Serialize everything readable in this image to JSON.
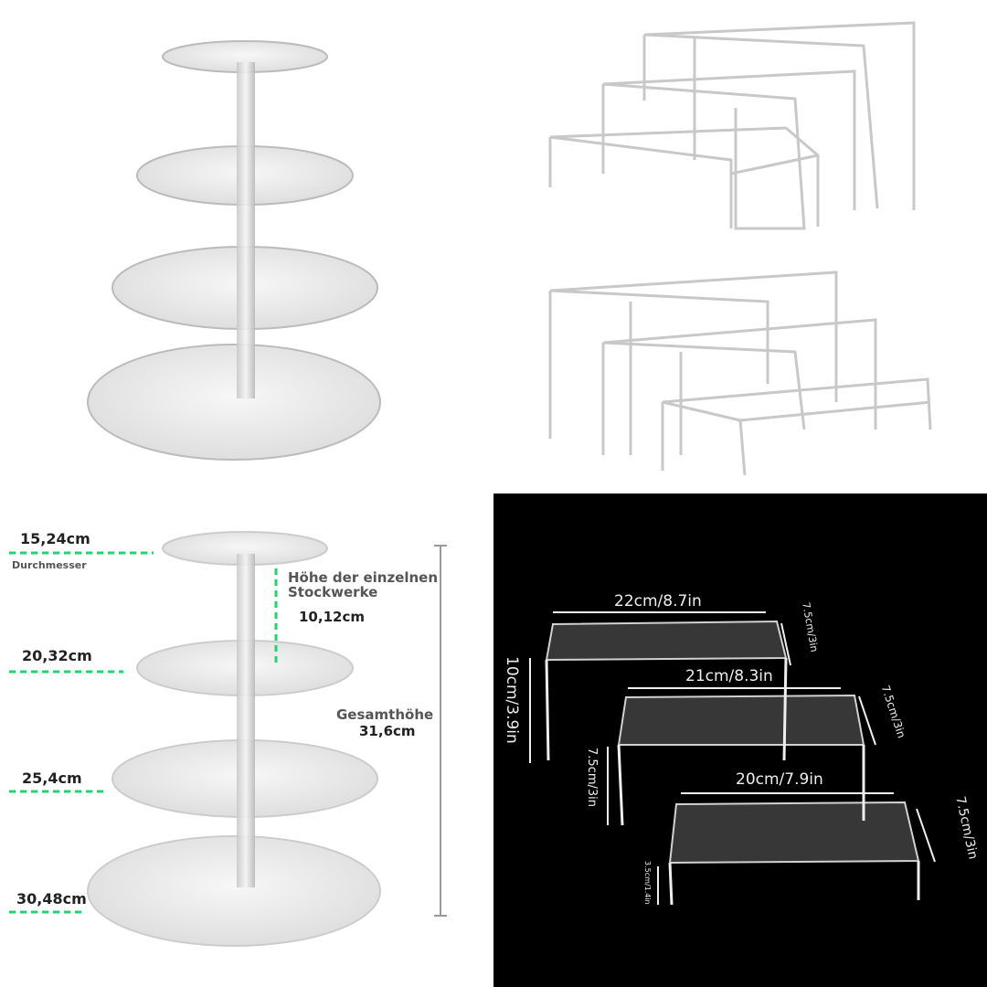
{
  "stand_labels": {
    "tier1_diameter": "15,24cm",
    "diameter_caption": "Durchmesser",
    "tier_height_caption_line1": "Höhe der einzelnen",
    "tier_height_caption_line2": "Stockwerke",
    "tier_height": "10,12cm",
    "tier2_diameter": "20,32cm",
    "total_height_caption": "Gesamthöhe",
    "total_height": "31,6cm",
    "tier3_diameter": "25,4cm",
    "tier4_diameter": "30,48cm"
  },
  "riser_labels": {
    "large_width": "22cm/8.7in",
    "large_depth": "7.5cm/3in",
    "large_height": "10cm/3.9in",
    "medium_width": "21cm/8.3in",
    "medium_depth": "7.5cm/3in",
    "medium_height": "7.5cm/3in",
    "small_width": "20cm/7.9in",
    "small_depth": "7.5cm/3in",
    "small_height": "3.5cm/1.4in"
  },
  "colors": {
    "guide_green": "#22d36e",
    "dark_panel": "#000000"
  }
}
